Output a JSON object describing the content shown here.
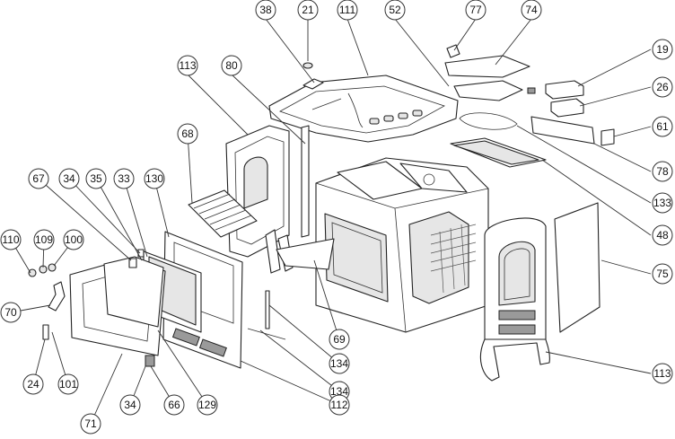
{
  "diagram": {
    "callouts": [
      {
        "id": "c-38",
        "label": "38"
      },
      {
        "id": "c-21",
        "label": "21"
      },
      {
        "id": "c-111",
        "label": "111"
      },
      {
        "id": "c-52",
        "label": "52"
      },
      {
        "id": "c-77",
        "label": "77"
      },
      {
        "id": "c-74",
        "label": "74"
      },
      {
        "id": "c-19",
        "label": "19"
      },
      {
        "id": "c-113a",
        "label": "113"
      },
      {
        "id": "c-80",
        "label": "80"
      },
      {
        "id": "c-26",
        "label": "26"
      },
      {
        "id": "c-61",
        "label": "61"
      },
      {
        "id": "c-68",
        "label": "68"
      },
      {
        "id": "c-78",
        "label": "78"
      },
      {
        "id": "c-67",
        "label": "67"
      },
      {
        "id": "c-34a",
        "label": "34"
      },
      {
        "id": "c-35",
        "label": "35"
      },
      {
        "id": "c-33",
        "label": "33"
      },
      {
        "id": "c-130",
        "label": "130"
      },
      {
        "id": "c-133",
        "label": "133"
      },
      {
        "id": "c-48",
        "label": "48"
      },
      {
        "id": "c-110",
        "label": "110"
      },
      {
        "id": "c-109",
        "label": "109"
      },
      {
        "id": "c-100",
        "label": "100"
      },
      {
        "id": "c-75",
        "label": "75"
      },
      {
        "id": "c-70",
        "label": "70"
      },
      {
        "id": "c-69",
        "label": "69"
      },
      {
        "id": "c-134a",
        "label": "134"
      },
      {
        "id": "c-113b",
        "label": "113"
      },
      {
        "id": "c-24",
        "label": "24"
      },
      {
        "id": "c-101",
        "label": "101"
      },
      {
        "id": "c-134b",
        "label": "134"
      },
      {
        "id": "c-71",
        "label": "71"
      },
      {
        "id": "c-34b",
        "label": "34"
      },
      {
        "id": "c-66",
        "label": "66"
      },
      {
        "id": "c-129",
        "label": "129"
      },
      {
        "id": "c-112",
        "label": "112"
      }
    ]
  }
}
